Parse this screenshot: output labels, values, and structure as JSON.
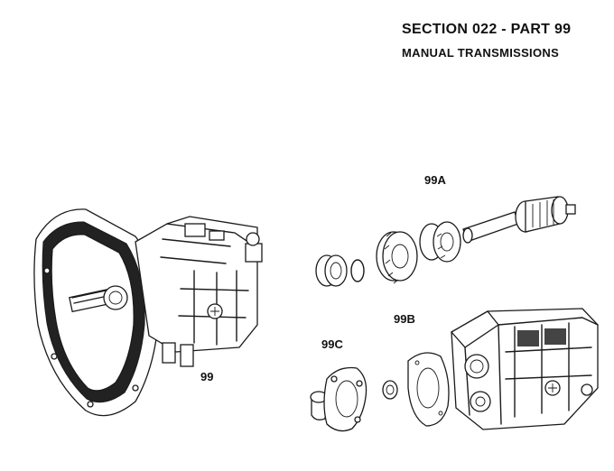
{
  "header": {
    "title": "SECTION  022 - PART 99",
    "subtitle": "MANUAL  TRANSMISSIONS"
  },
  "callouts": {
    "p99": "99",
    "p99a": "99A",
    "p99b": "99B",
    "p99c": "99C"
  }
}
